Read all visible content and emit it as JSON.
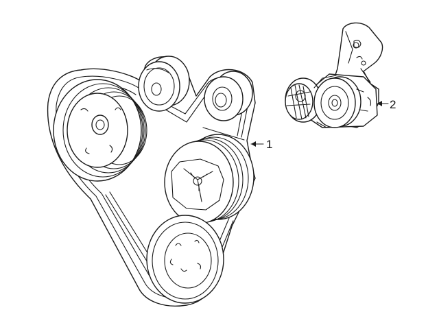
{
  "diagram": {
    "callouts": [
      {
        "id": "belt",
        "number": "1"
      },
      {
        "id": "tensioner",
        "number": "2"
      }
    ],
    "colors": {
      "line": "#1a1a1a",
      "background": "#ffffff"
    }
  }
}
